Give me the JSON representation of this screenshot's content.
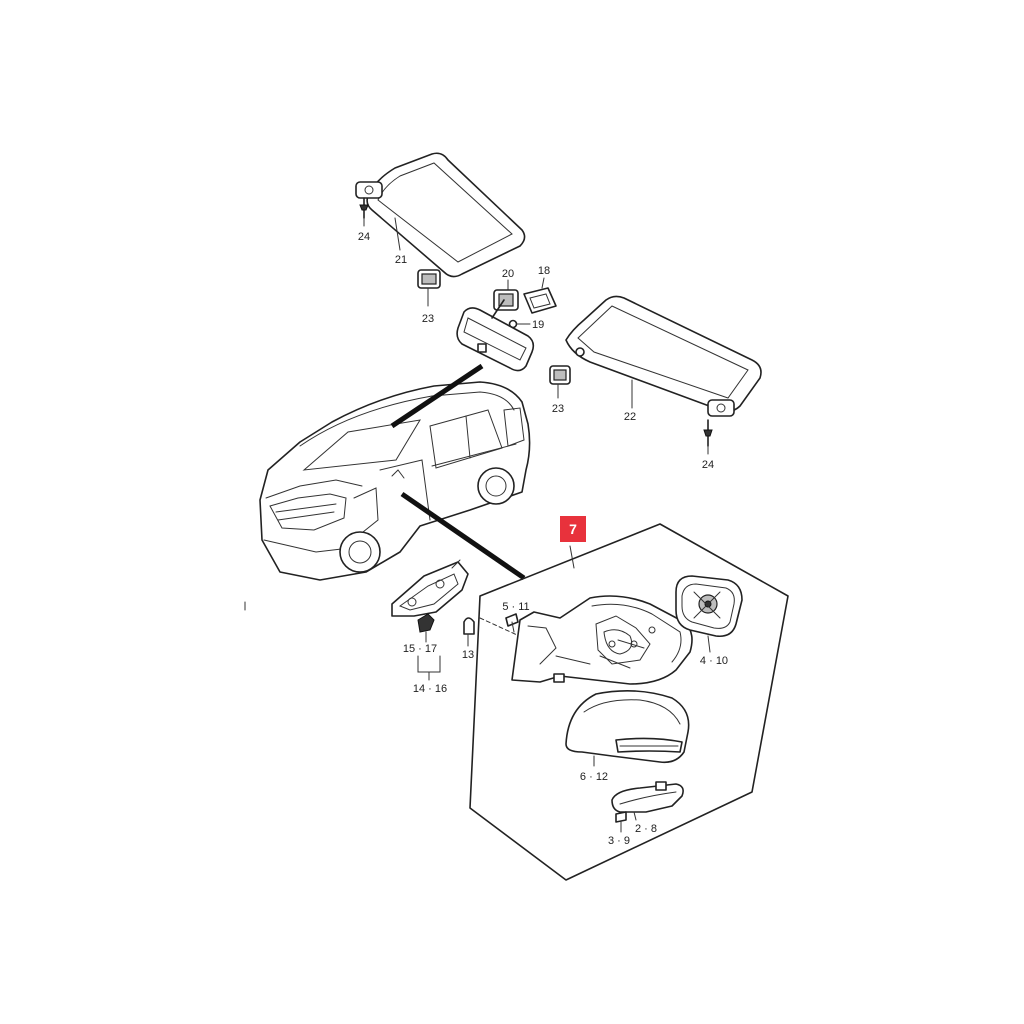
{
  "colors": {
    "line": "#222222",
    "badge": "#e8323c",
    "background": "#ffffff"
  },
  "labels": {
    "l24a": "24",
    "l21": "21",
    "l23a": "23",
    "l20": "20",
    "l18": "18",
    "l19": "19",
    "l22": "22",
    "l23b": "23",
    "l24b": "24",
    "l7": "7",
    "l5_11": "5 · 11",
    "l4_10": "4 · 10",
    "l6_12": "6 · 12",
    "l2_8": "2 · 8",
    "l3_9": "3 · 9",
    "l15_17": "15 · 17",
    "l13": "13",
    "l14_16": "14 · 16"
  }
}
